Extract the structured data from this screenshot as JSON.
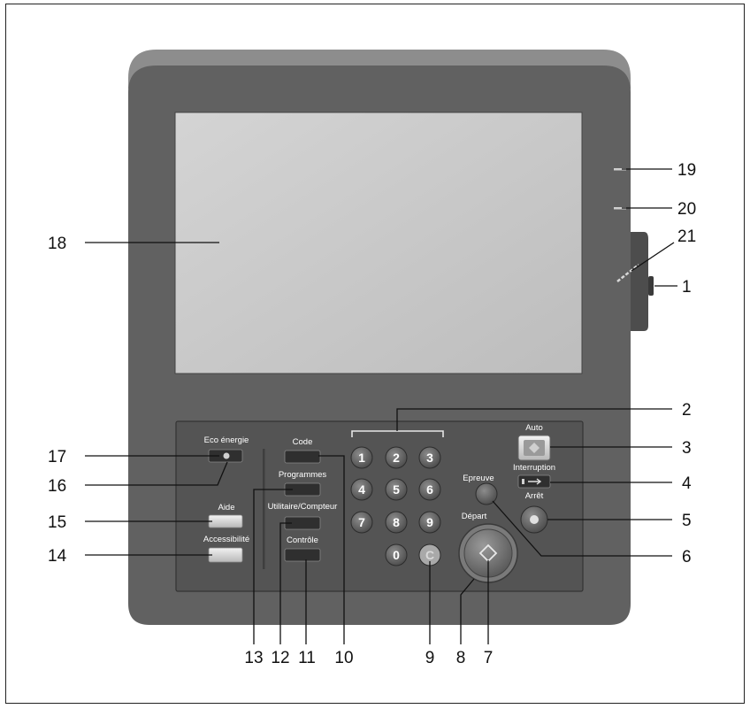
{
  "panel_buttons": {
    "eco": "Eco énergie",
    "code": "Code",
    "programmes": "Programmes",
    "utilitaire": "Utilitaire/Compteur",
    "aide": "Aide",
    "accessibilite": "Accessibilité",
    "controle": "Contrôle",
    "auto": "Auto",
    "interruption": "Interruption",
    "arret": "Arrêt",
    "epreuve": "Epreuve",
    "depart": "Départ"
  },
  "keypad": [
    "1",
    "2",
    "3",
    "4",
    "5",
    "6",
    "7",
    "8",
    "9",
    "0",
    "C"
  ],
  "callouts": {
    "c1": "1",
    "c2": "2",
    "c3": "3",
    "c4": "4",
    "c5": "5",
    "c6": "6",
    "c7": "7",
    "c8": "8",
    "c9": "9",
    "c10": "10",
    "c11": "11",
    "c12": "12",
    "c13": "13",
    "c14": "14",
    "c15": "15",
    "c16": "16",
    "c17": "17",
    "c18": "18",
    "c19": "19",
    "c20": "20",
    "c21": "21"
  },
  "colors": {
    "body": "#5f5f5f",
    "top_cap": "#8a8a8a",
    "screen": "#c9c9c9",
    "panel": "#535353",
    "button": "#2f2f2f",
    "key": "#6a6a6a"
  }
}
